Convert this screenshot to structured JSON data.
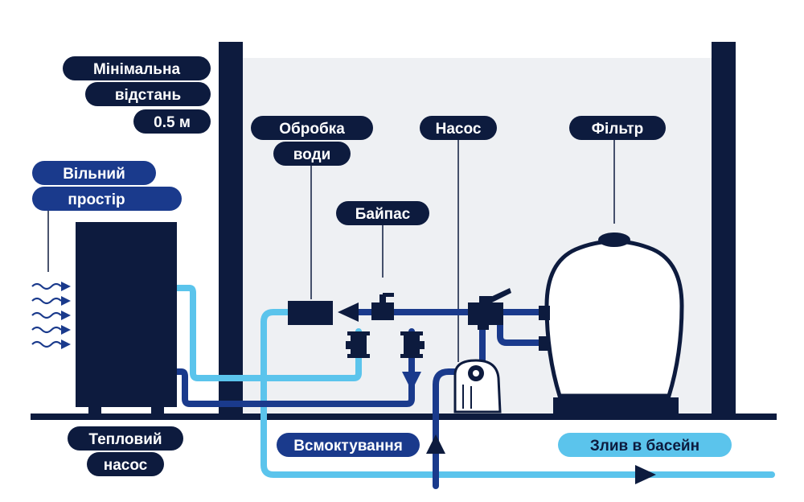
{
  "labels": {
    "min_distance_1": "Мінімальна",
    "min_distance_2": "відстань",
    "min_distance_3": "0.5 м",
    "free_space_1": "Вільний",
    "free_space_2": "простір",
    "water_treatment_1": "Обробка",
    "water_treatment_2": "води",
    "pump": "Насос",
    "filter": "Фільтр",
    "bypass": "Байпас",
    "heat_pump_1": "Тепловий",
    "heat_pump_2": "насос",
    "suction": "Всмоктування",
    "pool_return": "Злив в басейн"
  },
  "colors": {
    "navy": "#0d1b3e",
    "room_bg": "#eef0f3",
    "light_blue": "#5bc4ec",
    "dark_blue": "#1a3a8c",
    "white": "#ffffff"
  },
  "icons": [
    "airflow-waves-icon",
    "flow-arrow-icon"
  ]
}
